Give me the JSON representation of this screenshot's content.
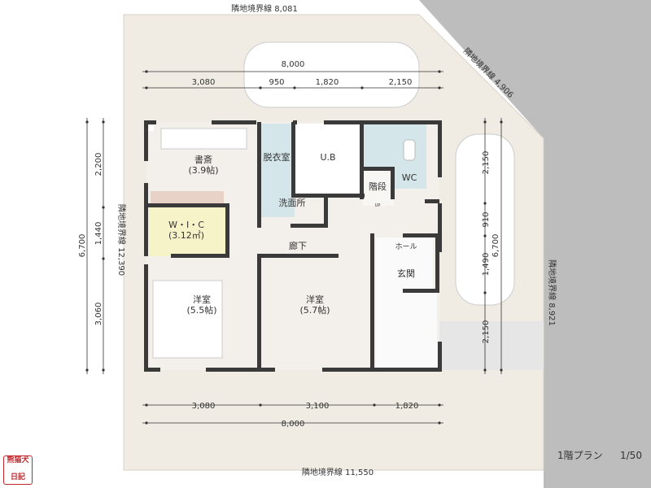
{
  "boundaries": {
    "top": "隣地境界線 8,081",
    "diagonal": "隣地境界線 4,906",
    "left": "隣地境界線 12,390",
    "right": "隣地境界線 8,921",
    "bottom": "隣地境界線 11,550"
  },
  "dimensions": {
    "top_total": "8,000",
    "top_segments": [
      "3,080",
      "950",
      "1,820",
      "2,150"
    ],
    "bottom_segments": [
      "3,080",
      "3,100",
      "1,820"
    ],
    "bottom_total": "8,000",
    "left_total": "6,700",
    "left_segments": [
      "2,200",
      "1,440",
      "3,060"
    ],
    "right_segments": [
      "2,150",
      "910",
      "1,490",
      "2,150"
    ],
    "right_total": "6,700"
  },
  "rooms": {
    "study": {
      "name": "書斎",
      "size": "(3.9帖)"
    },
    "dressing": {
      "name": "脱衣室"
    },
    "bath": {
      "name": "U.B"
    },
    "wc": {
      "name": "WC"
    },
    "stairs": {
      "name": "階段",
      "up": "UP"
    },
    "washroom": {
      "name": "洗面所"
    },
    "wic": {
      "name": "W・I・C",
      "size": "(3.12㎡)"
    },
    "hall": {
      "name": "廊下"
    },
    "entry_hall": {
      "name": "ホール"
    },
    "entrance": {
      "name": "玄関"
    },
    "western1": {
      "name": "洋室",
      "size": "(5.5帖)"
    },
    "western2": {
      "name": "洋室",
      "size": "(5.7帖)"
    }
  },
  "plan_title": "1階プラン",
  "scale": "1/50",
  "logo": {
    "line1": "熊猫犬",
    "line2": "日記"
  },
  "colors": {
    "site": "#f0ebe3",
    "outside": "#bdbdbd",
    "wet": "#d4e6ea",
    "wic": "#f7f3c9",
    "wall": "#3a3a3a"
  }
}
